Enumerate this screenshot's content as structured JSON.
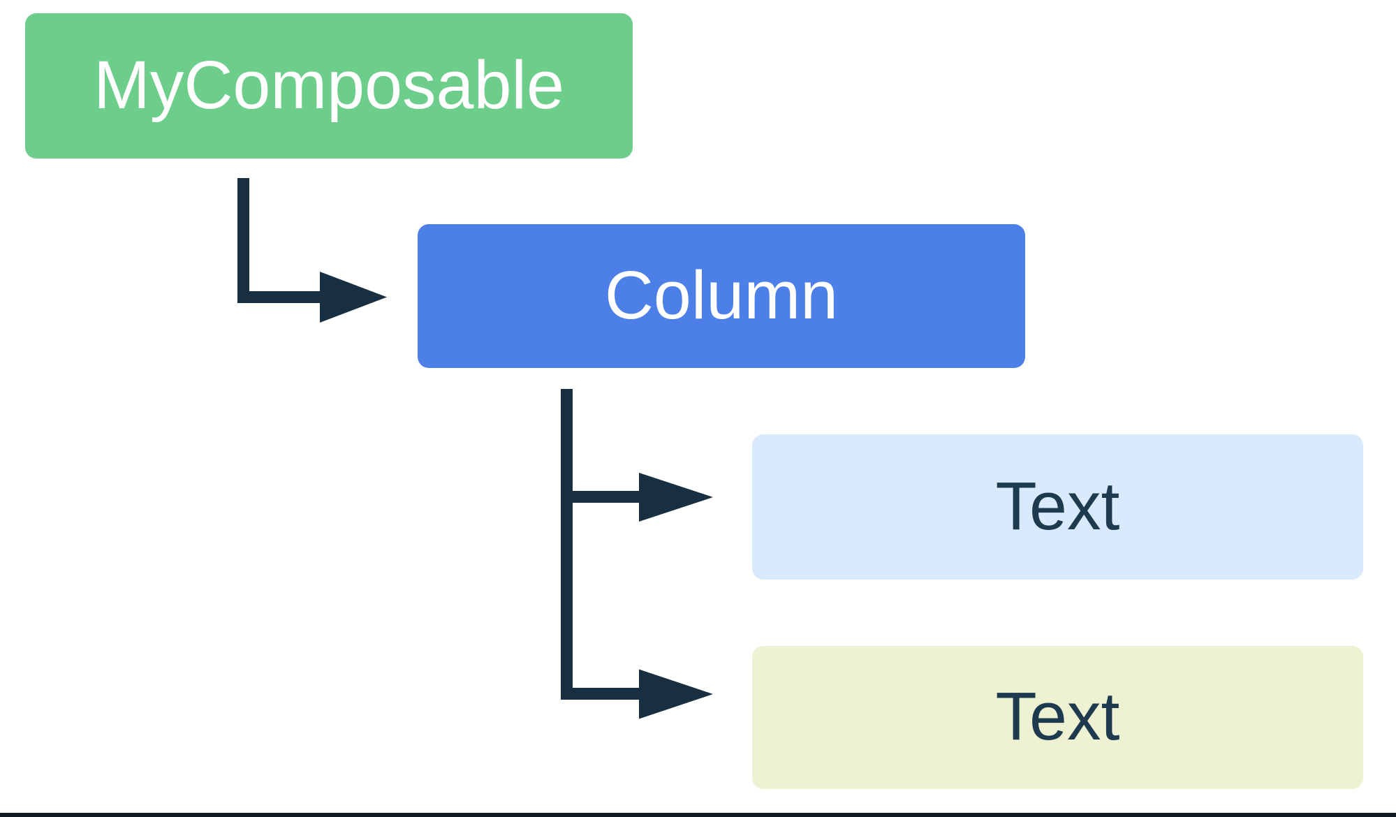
{
  "diagram": {
    "type": "tree-hierarchy",
    "arrow_color": "#172F40",
    "bottom_rule_color": "#101820",
    "nodes": {
      "mycomposable": {
        "label": "MyComposable",
        "fill": "#6DCE8C",
        "text_color": "#FFFFFF"
      },
      "column": {
        "label": "Column",
        "fill": "#4C7FE8",
        "text_color": "#FFFFFF"
      },
      "text1": {
        "label": "Text",
        "fill": "#D9EAFC",
        "text_color": "#1D3A4E"
      },
      "text2": {
        "label": "Text",
        "fill": "#EEF2D3",
        "text_color": "#1D3A4E"
      }
    },
    "edges": [
      {
        "from": "MyComposable",
        "to": "Column"
      },
      {
        "from": "Column",
        "to": "Text (first child)"
      },
      {
        "from": "Column",
        "to": "Text (second child)"
      }
    ]
  }
}
